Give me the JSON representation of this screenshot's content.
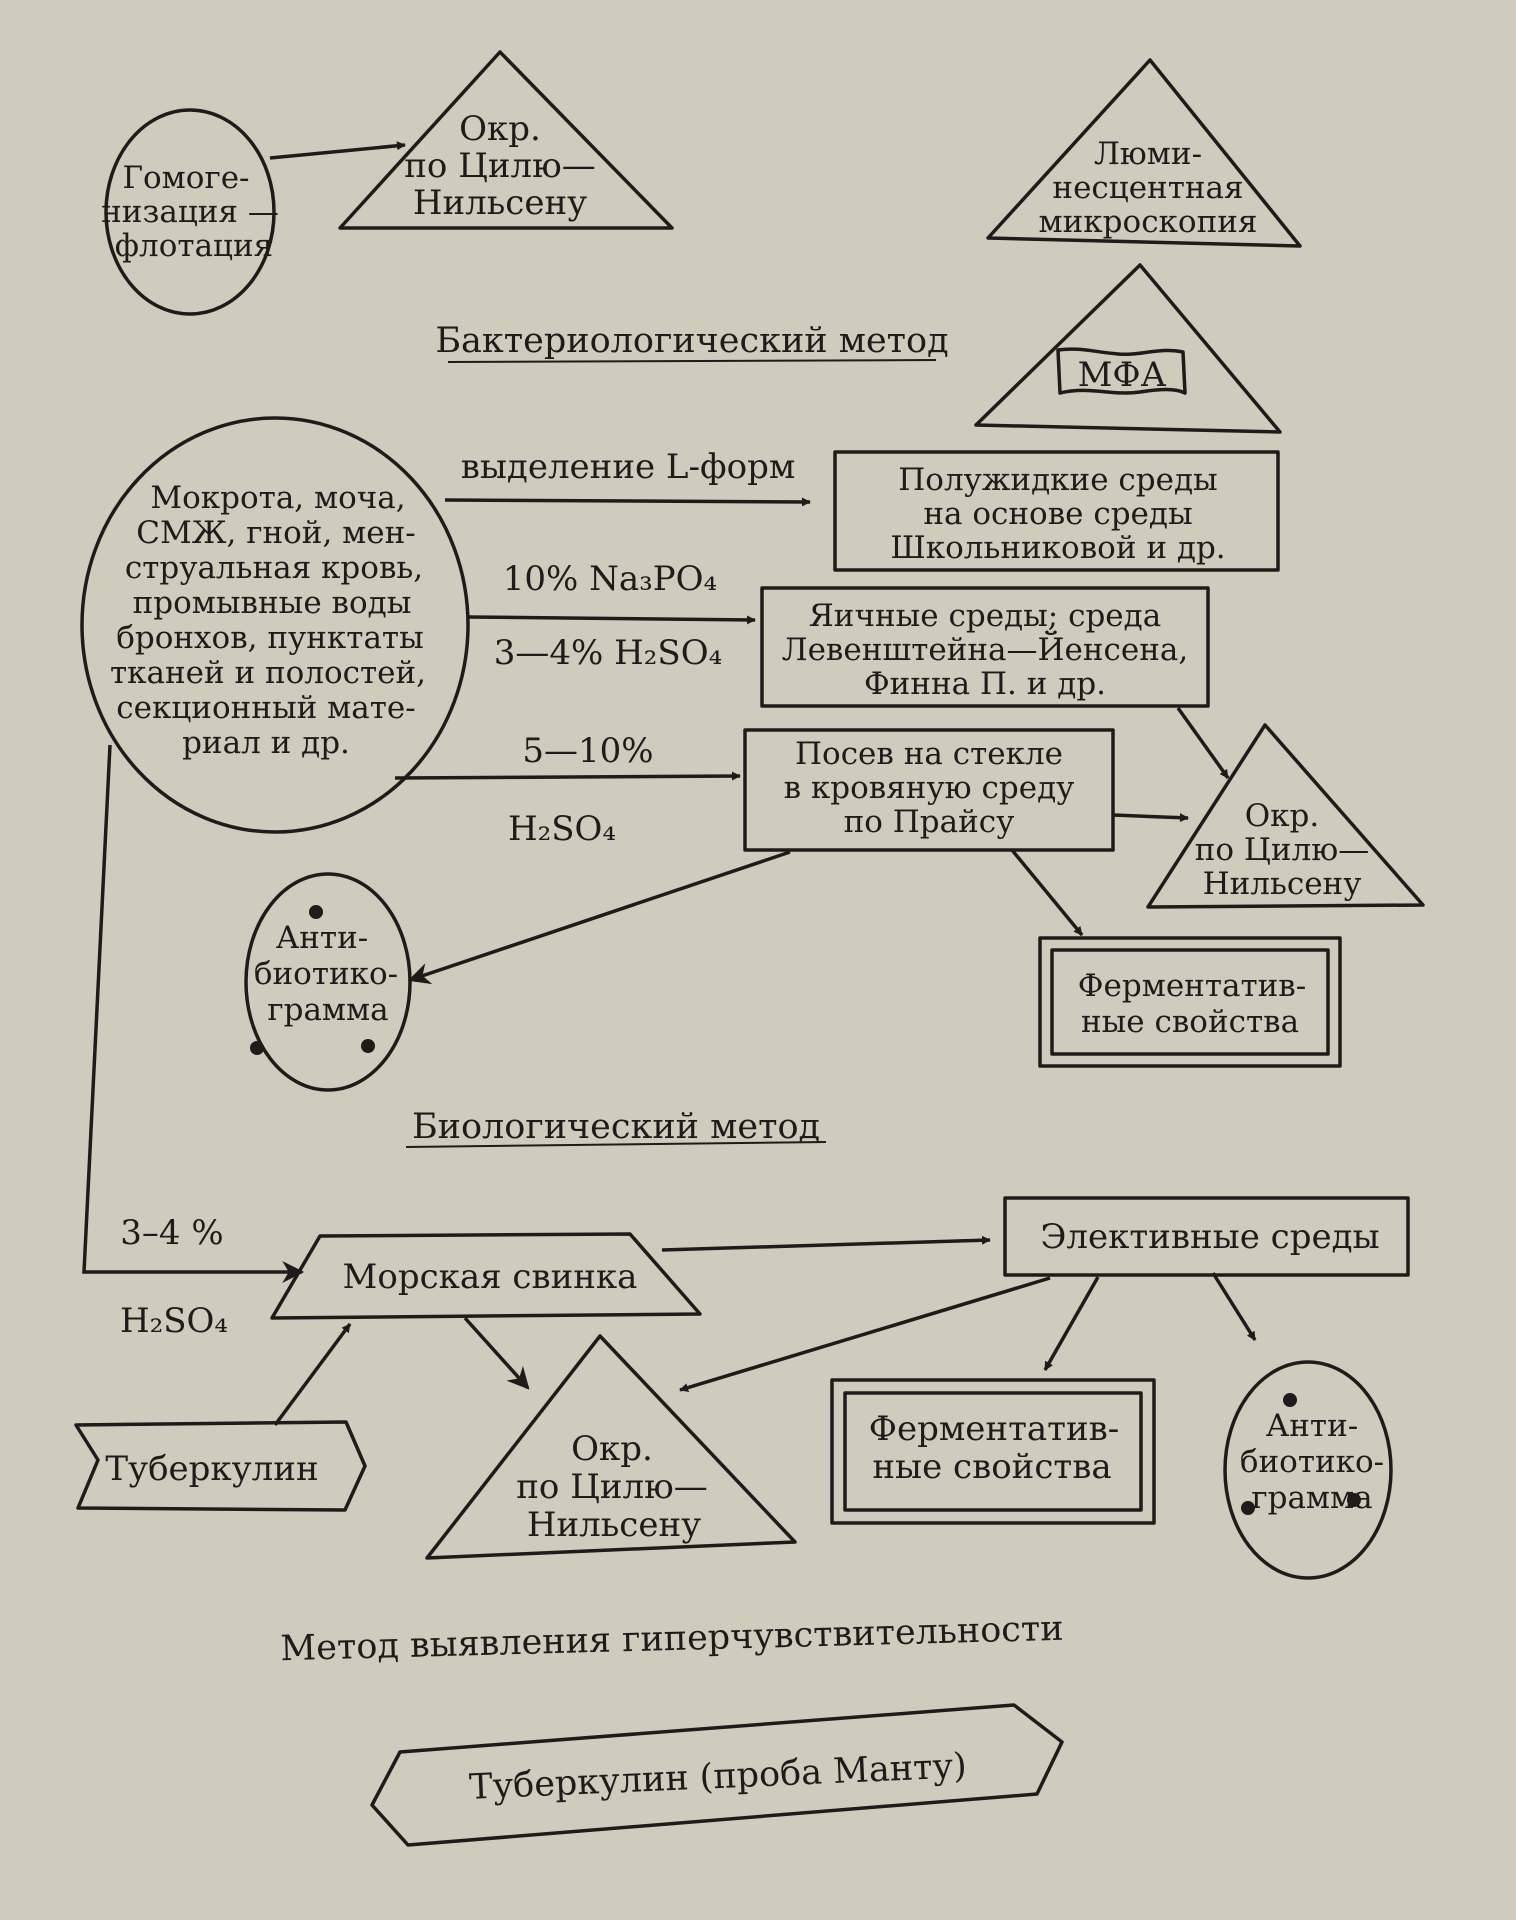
{
  "top": {
    "homogenization": [
      "Гомоге-",
      "низация —",
      "флотация"
    ],
    "ziehl_top": [
      "Окр.",
      "по Цилю—",
      "Нильсену"
    ],
    "luminescent": [
      "Люми-",
      "несцентная",
      "микроскопия"
    ],
    "mfa": "МФА"
  },
  "bacteriological": {
    "heading": "Бактериологический метод",
    "specimen": [
      "Мокрота, моча,",
      "СМЖ, гной, мен-",
      "струальная кровь,",
      "промывные воды",
      "бронхов, пунктаты",
      "тканей и полостей,",
      "секционный мате-",
      "риал и др."
    ],
    "l_forms_label": "выделение L-форм",
    "semiliquid": [
      "Полужидкие среды",
      "на основе среды",
      "Школьниковой и др."
    ],
    "na3po4_label": "10% Na₃PO₄",
    "h2so4_34_label": "3—4% H₂SO₄",
    "egg_media": [
      "Яичные среды; среда",
      "Левенштейна—Йенсена,",
      "Финна П. и др."
    ],
    "h2so4_510_pct": "5—10%",
    "h2so4_510_acid": "H₂SO₄",
    "price": [
      "Посев на стекле",
      "в кровяную среду",
      "по Прайсу"
    ],
    "ziehl_right": [
      "Окр.",
      "по Цилю—",
      "Нильсену"
    ],
    "antibiogram": [
      "Анти-",
      "биотико-",
      "грамма"
    ],
    "enzymatic": [
      "Ферментатив-",
      "ные свойства"
    ]
  },
  "biological": {
    "heading": "Биологический метод",
    "pct_label": "3–4 %",
    "acid_label": "H₂SO₄",
    "guinea_pig": "Морская свинка",
    "elective": "Элективные среды",
    "tuberculin": "Туберкулин",
    "ziehl": [
      "Окр.",
      "по Цилю—",
      "Нильсену"
    ],
    "enzymatic": [
      "Ферментатив-",
      "ные свойства"
    ],
    "antibiogram": [
      "Анти-",
      "биотико-",
      "грамма"
    ]
  },
  "hypersensitivity": {
    "heading": "Метод выявления гиперчувствительности",
    "mantoux": "Туберкулин (проба Манту)"
  }
}
